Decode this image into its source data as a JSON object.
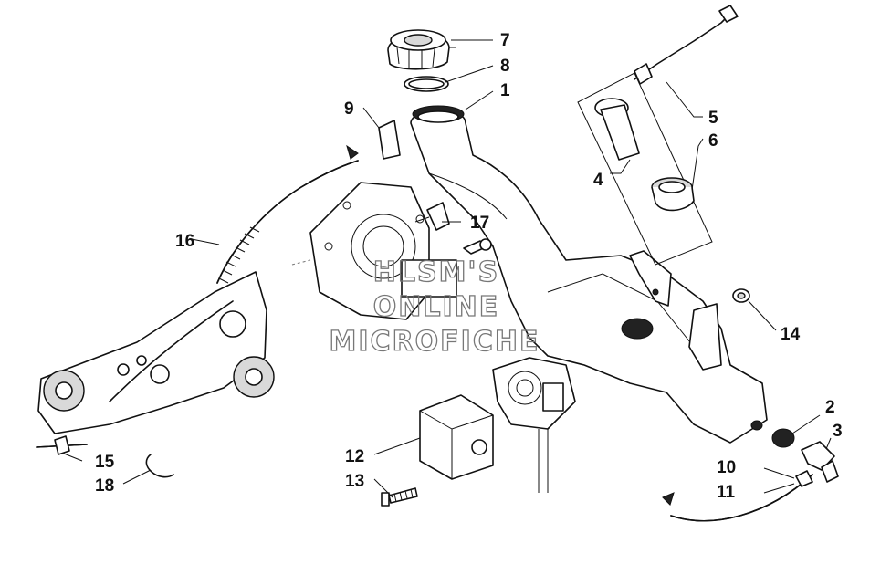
{
  "diagram": {
    "callouts": [
      {
        "id": "1",
        "label": "1"
      },
      {
        "id": "2",
        "label": "2"
      },
      {
        "id": "3",
        "label": "3"
      },
      {
        "id": "4",
        "label": "4"
      },
      {
        "id": "5",
        "label": "5"
      },
      {
        "id": "6",
        "label": "6"
      },
      {
        "id": "7",
        "label": "7"
      },
      {
        "id": "8",
        "label": "8"
      },
      {
        "id": "9",
        "label": "9"
      },
      {
        "id": "10",
        "label": "10"
      },
      {
        "id": "11",
        "label": "11"
      },
      {
        "id": "12",
        "label": "12"
      },
      {
        "id": "13",
        "label": "13"
      },
      {
        "id": "14",
        "label": "14"
      },
      {
        "id": "15",
        "label": "15"
      },
      {
        "id": "16",
        "label": "16"
      },
      {
        "id": "17",
        "label": "17"
      },
      {
        "id": "18",
        "label": "18"
      }
    ]
  },
  "watermark": {
    "line1": "HLSM'S",
    "line2": "ONLINE",
    "line3": "MICROFICHE"
  }
}
